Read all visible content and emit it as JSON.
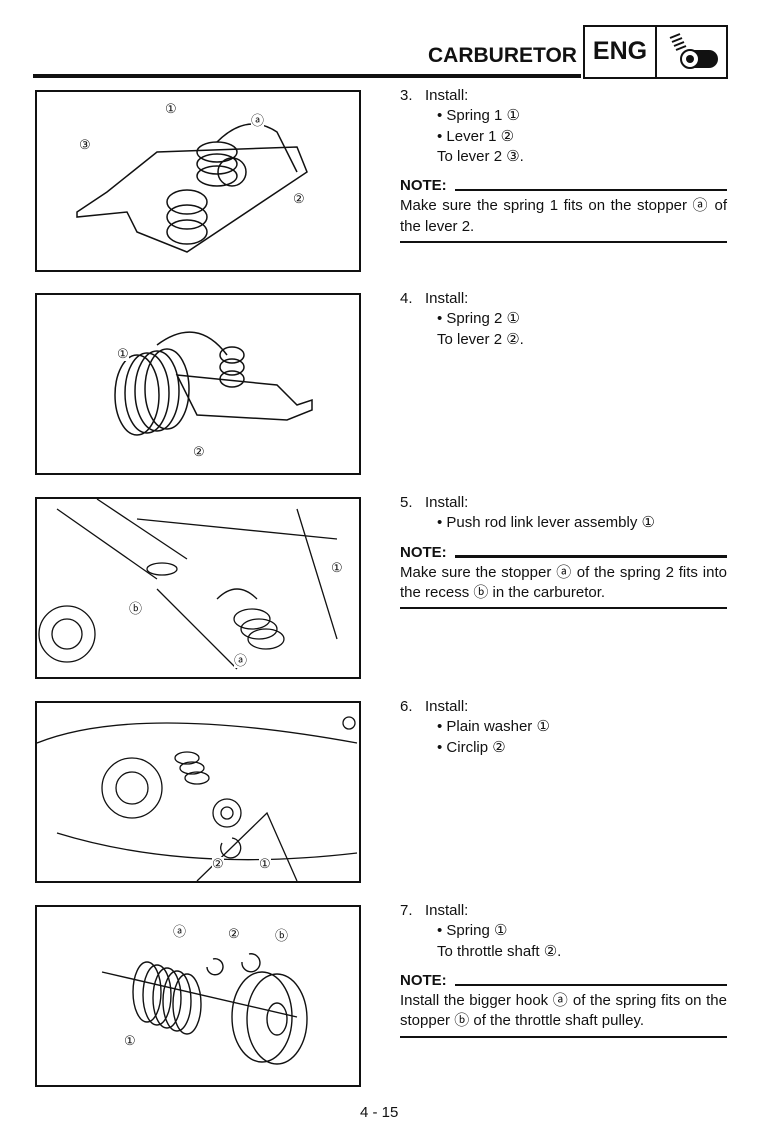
{
  "header": {
    "title": "CARBURETOR",
    "badge": "ENG",
    "badge_icon": "engine-spring-icon"
  },
  "sections": [
    {
      "step": "3.",
      "action": "Install:",
      "items": [
        "Spring 1 ①",
        "Lever 1 ②"
      ],
      "cont": "To lever 2 ③.",
      "note_label": "NOTE:",
      "note": "Make sure the spring 1 fits on the stopper ⓐ of the lever 2.",
      "callouts": [
        "①",
        "ⓐ",
        "③",
        "②"
      ]
    },
    {
      "step": "4.",
      "action": "Install:",
      "items": [
        "Spring 2 ①"
      ],
      "cont": "To lever 2 ②.",
      "callouts": [
        "①",
        "②"
      ]
    },
    {
      "step": "5.",
      "action": "Install:",
      "items": [
        "Push rod link lever assembly ①"
      ],
      "note_label": "NOTE:",
      "note": "Make sure the stopper ⓐ of the spring 2 fits into the recess ⓑ in the carburetor.",
      "callouts": [
        "①",
        "ⓑ",
        "ⓐ"
      ]
    },
    {
      "step": "6.",
      "action": "Install:",
      "items": [
        "Plain washer ①",
        "Circlip ②"
      ],
      "callouts": [
        "②",
        "①"
      ]
    },
    {
      "step": "7.",
      "action": "Install:",
      "items": [
        "Spring ①"
      ],
      "cont": "To throttle shaft ②.",
      "note_label": "NOTE:",
      "note": "Install the bigger hook ⓐ of the spring fits on the stopper ⓑ of the throttle shaft pulley.",
      "callouts": [
        "ⓐ",
        "②",
        "ⓑ",
        "①"
      ]
    }
  ],
  "footer": {
    "page": "4 - 15"
  }
}
